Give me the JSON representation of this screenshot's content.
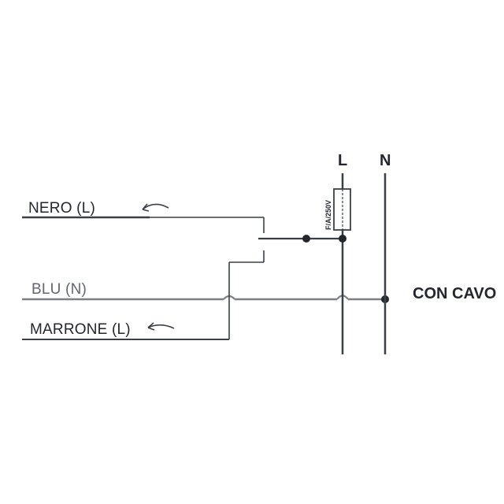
{
  "diagram": {
    "wires": {
      "nero": "NERO (L)",
      "blu": "BLU (N)",
      "marrone": "MARRONE (L)"
    },
    "bus": {
      "line": "L",
      "neutral": "N"
    },
    "cable": "CON CAVO",
    "fuse": "F/A/250V",
    "colors": {
      "line": "#3b3f48",
      "light_line": "#7b7f88",
      "text": "#23262e"
    }
  }
}
